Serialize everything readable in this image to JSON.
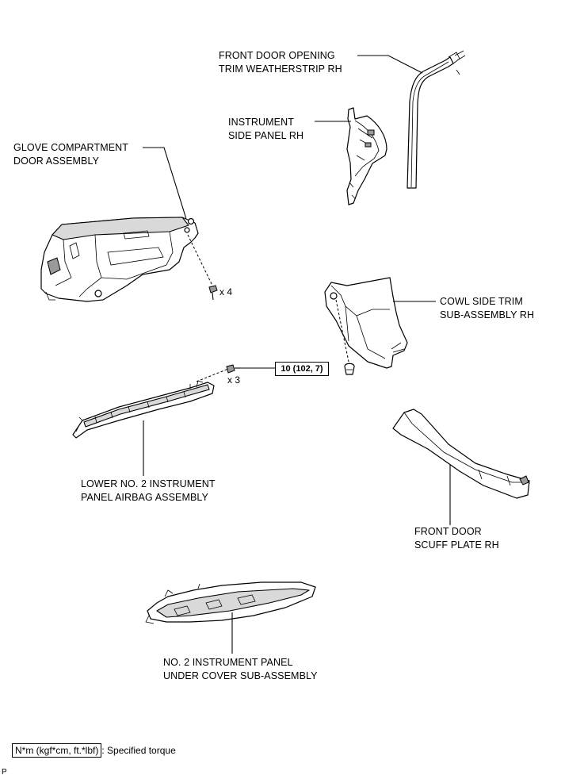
{
  "labels": {
    "weatherstrip": [
      "FRONT DOOR OPENING",
      "TRIM WEATHERSTRIP RH"
    ],
    "side_panel": [
      "INSTRUMENT",
      "SIDE PANEL RH"
    ],
    "glove": [
      "GLOVE COMPARTMENT",
      "DOOR ASSEMBLY"
    ],
    "cowl": [
      "COWL SIDE TRIM",
      "SUB-ASSEMBLY RH"
    ],
    "airbag": [
      "LOWER NO. 2 INSTRUMENT",
      "PANEL AIRBAG ASSEMBLY"
    ],
    "scuff": [
      "FRONT DOOR",
      "SCUFF PLATE RH"
    ],
    "under_cover": [
      "NO. 2 INSTRUMENT PANEL",
      "UNDER COVER SUB-ASSEMBLY"
    ]
  },
  "quantities": {
    "glove_screws": "x 4",
    "airbag_bolts": "x 3"
  },
  "torque": "10 (102, 7)",
  "legend": {
    "unit": "N*m (kgf*cm, ft.*lbf)",
    "text": ": Specified torque"
  },
  "corner_mark": "P"
}
